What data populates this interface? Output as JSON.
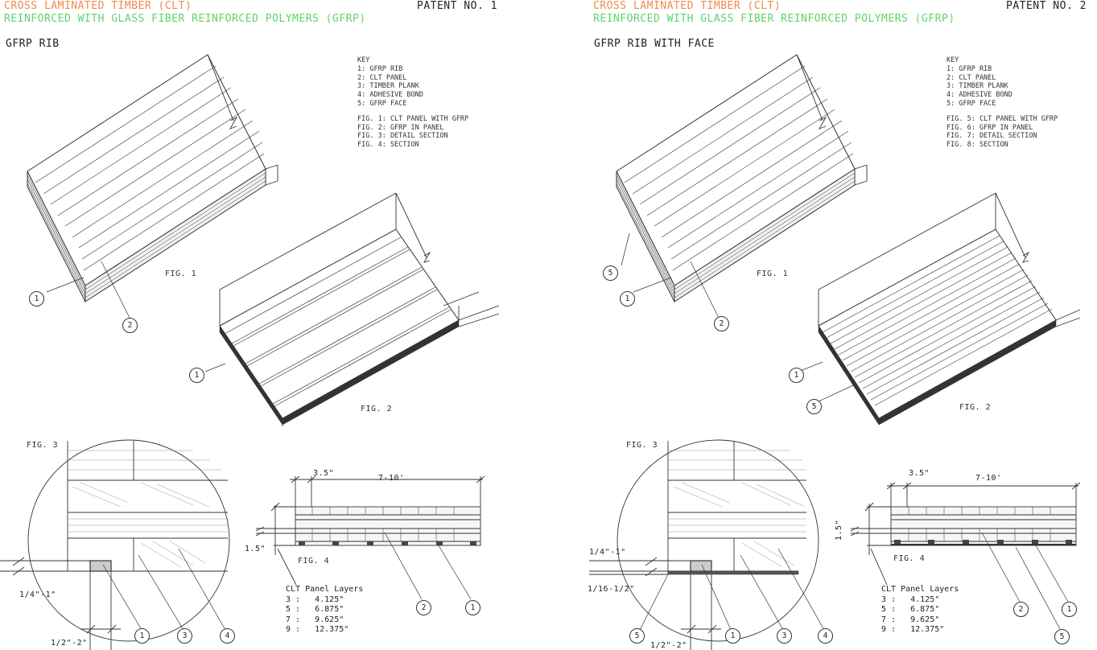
{
  "sheets": [
    {
      "title_line1": "CROSS LAMINATED TIMBER (CLT)",
      "title_line2": "REINFORCED WITH GLASS FIBER REINFORCED POLYMERS (GFRP)",
      "patent": "PATENT NO. 1",
      "subtitle": "GFRP RIB",
      "key_title": "KEY",
      "key_items": [
        "1: GFRP RIB",
        "2: CLT PANEL",
        "3: TIMBER PLANK",
        "4: ADHESIVE BOND",
        "5: GFRP FACE"
      ],
      "fig_items": [
        "FIG. 1: CLT PANEL WITH GFRP",
        "FIG. 2: GFRP IN PANEL",
        "FIG. 3: DETAIL SECTION",
        "FIG. 4: SECTION"
      ],
      "fig1": "FIG. 1",
      "fig2": "FIG. 2",
      "fig3": "FIG. 3",
      "fig4": "FIG. 4",
      "dim_plank": "3.5\"",
      "dim_span": "7-10'",
      "dim_height": "1.5\"",
      "dim_rib_a": "1/4\"-1\"",
      "dim_rib_b": "1/2\"-2\"",
      "dim_face": "",
      "layers_title": "CLT Panel Layers",
      "layers": [
        "3 :   4.125\"",
        "5 :   6.875\"",
        "7 :   9.625\"",
        "9 :   12.375\""
      ],
      "callouts": {
        "fig1": [
          "1",
          "2"
        ],
        "fig2": [
          "1"
        ],
        "fig3": [
          "1",
          "3",
          "4"
        ],
        "fig4": [
          "2",
          "1"
        ]
      }
    },
    {
      "title_line1": "CROSS LAMINATED TIMBER (CLT)",
      "title_line2": "REINFORCED WITH GLASS FIBER REINFORCED POLYMERS (GFRP)",
      "patent": "PATENT NO. 2",
      "subtitle": "GFRP RIB WITH FACE",
      "key_title": "KEY",
      "key_items": [
        "1: GFRP RIB",
        "2: CLT PANEL",
        "3: TIMBER PLANK",
        "4: ADHESIVE BOND",
        "5: GFRP FACE"
      ],
      "fig_items": [
        "FIG. 5: CLT PANEL WITH GFRP",
        "FIG. 6: GFRP IN PANEL",
        "FIG. 7: DETAIL SECTION",
        "FIG. 8: SECTION"
      ],
      "fig1": "FIG. 1",
      "fig2": "FIG. 2",
      "fig3": "FIG. 3",
      "fig4": "FIG. 4",
      "dim_plank": "3.5\"",
      "dim_span": "7-10'",
      "dim_height": "1.5\"",
      "dim_rib_a": "1/4\"-1\"",
      "dim_rib_b": "1/2\"-2\"",
      "dim_face": "1/16-1/2\"",
      "layers_title": "CLT Panel Layers",
      "layers": [
        "3 :   4.125\"",
        "5 :   6.875\"",
        "7 :   9.625\"",
        "9 :   12.375\""
      ],
      "callouts": {
        "fig1": [
          "5",
          "1",
          "2"
        ],
        "fig2": [
          "1",
          "5"
        ],
        "fig3": [
          "5",
          "1",
          "3",
          "4"
        ],
        "fig4": [
          "2",
          "5",
          "1"
        ]
      }
    }
  ],
  "colors": {
    "title_orange": "#f08a4b",
    "title_green": "#5fd46a",
    "ink": "#333333"
  }
}
